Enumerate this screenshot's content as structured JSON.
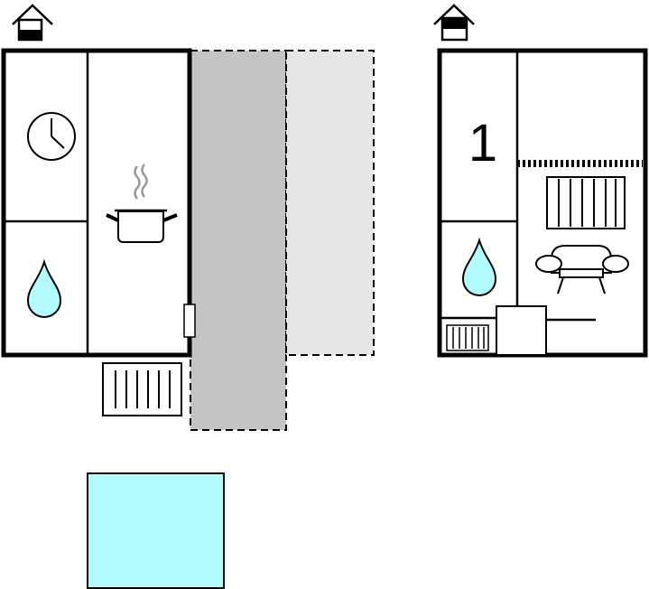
{
  "plan": {
    "colors": {
      "wall": "#000000",
      "background": "#ffffff",
      "terrace_dark": "#c4c4c4",
      "terrace_light": "#e6e6e6",
      "water": "#b2fcff",
      "pool": "#b2fcff",
      "steam": "#9a9a9a"
    },
    "ground_floor": {
      "level_icon": "house-ground-floor-icon",
      "rooms": [
        {
          "icon": "clock-icon"
        },
        {
          "icon": "cooking-pot-icon"
        },
        {
          "icon": "water-drop-icon"
        }
      ],
      "outdoor": [
        {
          "icon": "covered-terrace"
        },
        {
          "icon": "open-terrace"
        },
        {
          "icon": "garden-furniture-icon"
        },
        {
          "icon": "swimming-pool"
        }
      ]
    },
    "first_floor": {
      "level_icon": "house-upper-floor-icon",
      "bedroom_number": "1",
      "rooms": [
        {
          "icon": "bed-icon"
        },
        {
          "icon": "water-drop-icon"
        },
        {
          "icon": "sofa-icon"
        },
        {
          "icon": "radiator-icon"
        }
      ]
    }
  }
}
